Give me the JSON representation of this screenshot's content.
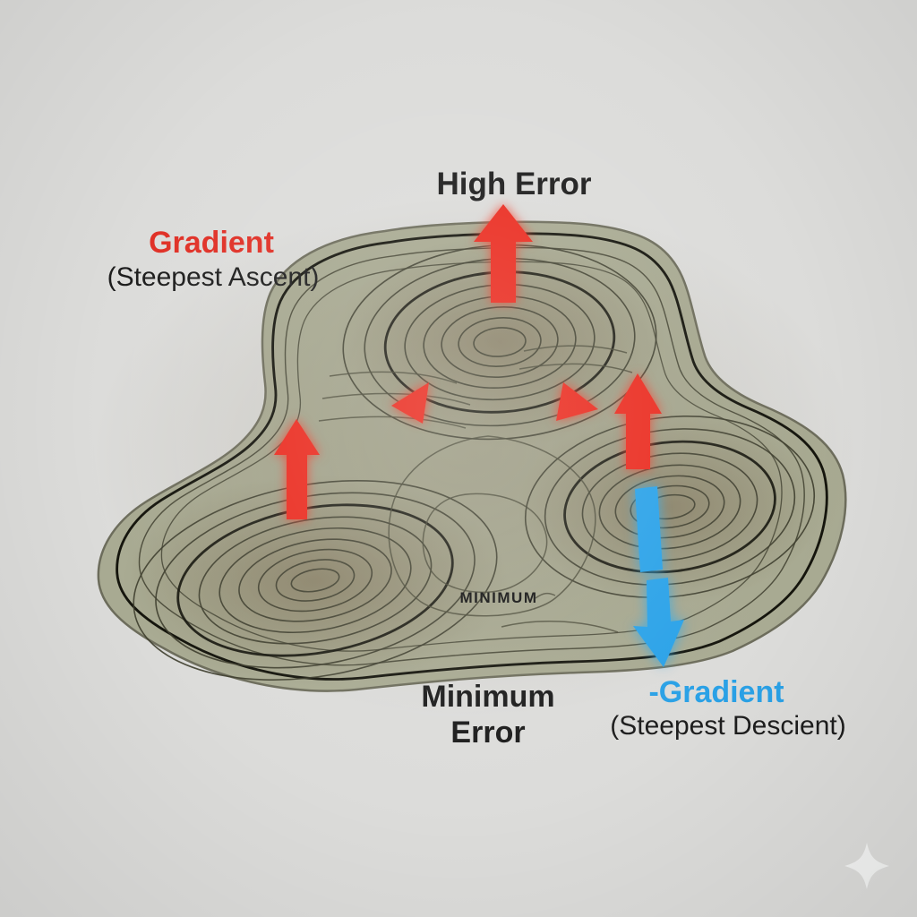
{
  "labels": {
    "high_error": "High Error",
    "gradient_title": "Gradient",
    "gradient_sub": "(Steepest Ascent)",
    "minimum_contour": "MINIMUM",
    "minimum_error": "Minimum\nError",
    "neg_gradient_title": "-Gradient",
    "neg_gradient_sub": "(Steepest Descient)"
  },
  "colors": {
    "background": "#dcdcda",
    "terrain_fill": "#a9ab93",
    "terrain_hill_shade": "#7d7056",
    "contour_line": "#3e3e2e",
    "contour_bold": "#15150d",
    "gradient_arrow_red": "#ea2b1f",
    "descent_arrow_blue": "#2aa2e8",
    "text_dark": "#1b1b1b",
    "sparkle": "#f4f5f4"
  },
  "arrows": [
    {
      "name": "gradient-arrow-top",
      "direction": "up",
      "color": "red"
    },
    {
      "name": "gradient-arrow-left",
      "direction": "up",
      "color": "red"
    },
    {
      "name": "gradient-arrow-right",
      "direction": "up",
      "color": "red"
    },
    {
      "name": "gradient-arrowhead-left",
      "direction": "left",
      "color": "red"
    },
    {
      "name": "gradient-arrowhead-right",
      "direction": "right",
      "color": "red"
    },
    {
      "name": "descent-arrow",
      "direction": "down",
      "color": "blue"
    }
  ],
  "icons": [
    {
      "name": "sparkle-icon"
    }
  ]
}
